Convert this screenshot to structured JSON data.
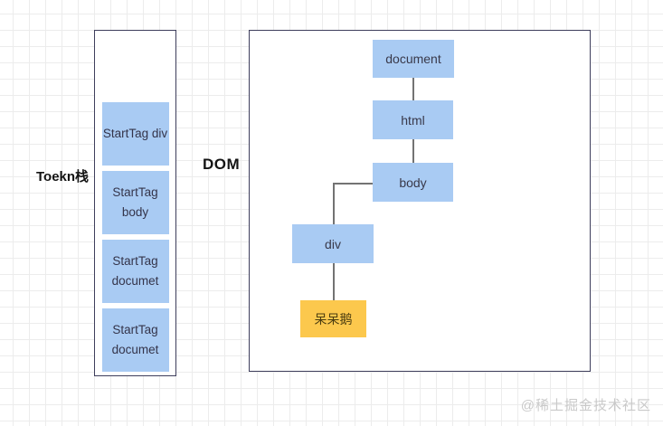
{
  "labels": {
    "stack": "Toekn栈",
    "dom": "DOM"
  },
  "stack": {
    "items": [
      "StartTag div",
      "StartTag body",
      "StartTag documet",
      "StartTag documet"
    ]
  },
  "tree": {
    "nodes": [
      {
        "id": "document",
        "label": "document"
      },
      {
        "id": "html",
        "label": "html"
      },
      {
        "id": "body",
        "label": "body"
      },
      {
        "id": "div",
        "label": "div"
      },
      {
        "id": "goose",
        "label": "呆呆鹅"
      }
    ],
    "edges": [
      "document-html",
      "html-body",
      "body-div",
      "div-goose"
    ]
  },
  "watermark": "@稀土掘金技术社区",
  "colors": {
    "node_blue": "#a9cbf3",
    "node_orange": "#fcc84d",
    "container_border": "#3e3e5c",
    "connector": "#737373",
    "grid_line": "#ececec",
    "text_dark": "#3b3b4a",
    "label_black": "#141414",
    "watermark_gray": "#c9c9c9"
  }
}
